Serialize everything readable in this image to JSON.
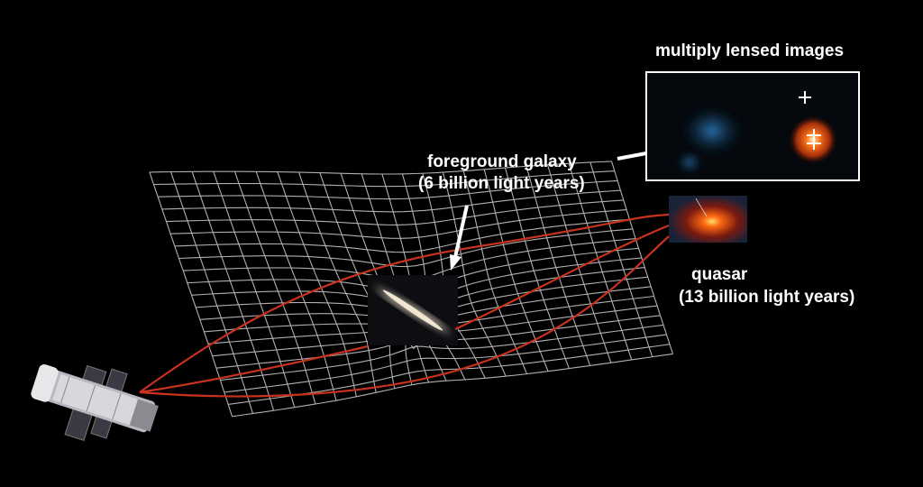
{
  "labels": {
    "lensed_title": "multiply lensed images",
    "galaxy_line1": "foreground galaxy",
    "galaxy_line2": "(6 billion light years)",
    "quasar_line1": "quasar",
    "quasar_line2": "(13 billion light years)"
  },
  "colors": {
    "light_path": "#c8321e",
    "grid": "#b0b0b0",
    "background": "#000000",
    "quasar_image": "#ff5a10",
    "lensed_blue": "#2a6fa8"
  },
  "icons": {
    "telescope": "hubble-space-telescope",
    "galaxy": "edge-on-spiral-galaxy",
    "quasar": "quasar-illustration"
  }
}
